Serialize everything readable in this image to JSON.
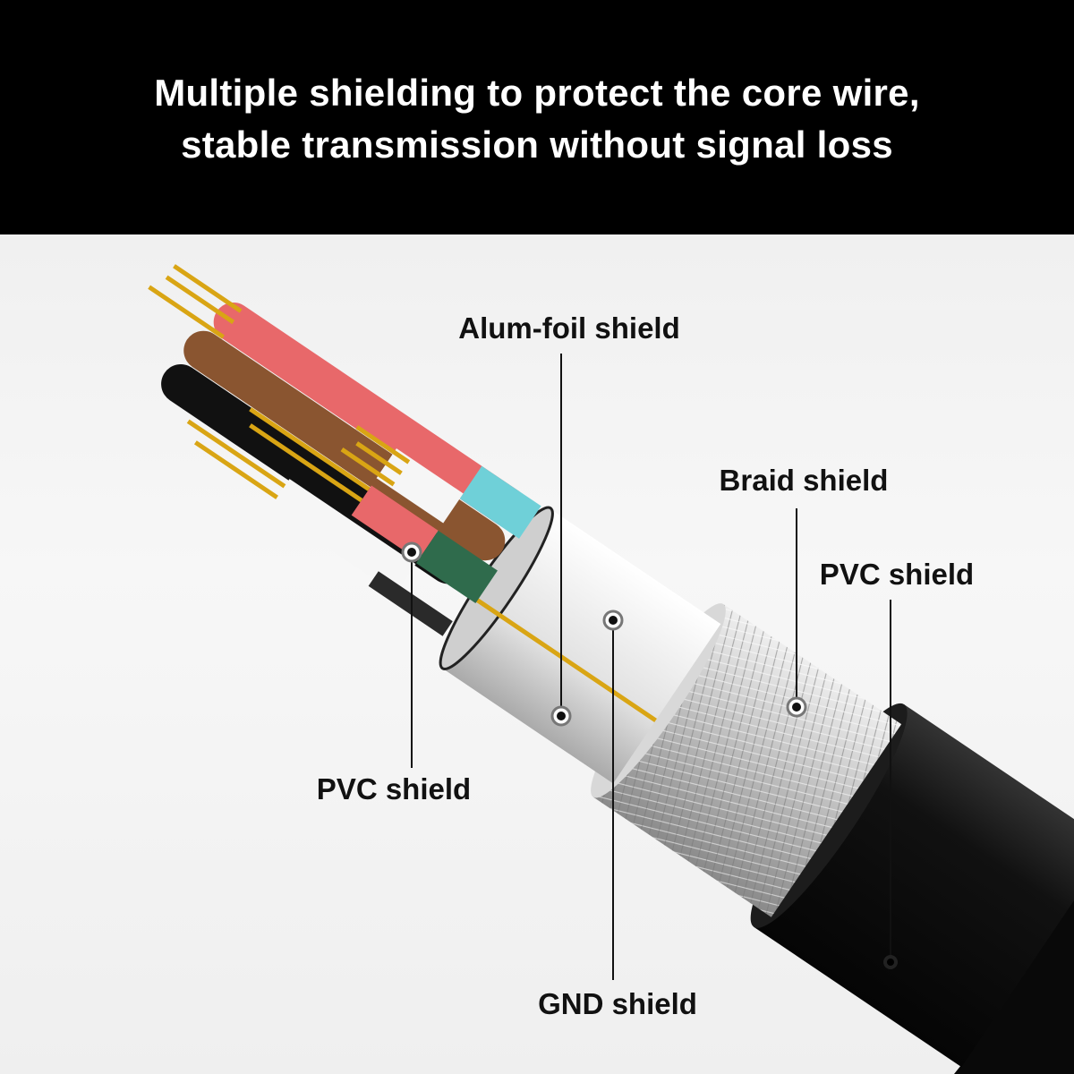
{
  "header": {
    "line1": "Multiple shielding to protect the core wire,",
    "line2": "stable transmission without signal loss"
  },
  "labels": {
    "alum_foil": "Alum-foil shield",
    "braid": "Braid shield",
    "pvc_outer": "PVC shield",
    "pvc_inner": "PVC shield",
    "gnd": "GND shield"
  },
  "colors": {
    "header_bg": "#000000",
    "jacket": "#141414",
    "braid": "#c9c9c9",
    "foil": "#e4e4e4",
    "gold": "#d9a514",
    "red": "#e8686a",
    "cyan": "#6fd0d8",
    "green": "#2f6b4c",
    "brown": "#8a5530"
  }
}
